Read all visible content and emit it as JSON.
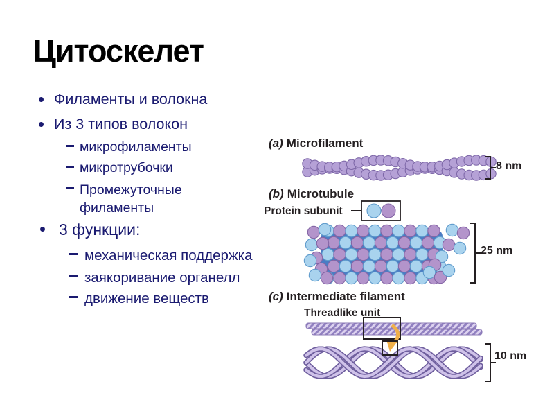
{
  "slide": {
    "title": "Цитоскелет",
    "bullets": {
      "b1": "Филаменты и волокна",
      "b2": "Из 3 типов волокон",
      "b2_1": "микрофиламенты",
      "b2_2": "микротрубочки",
      "b2_3": "Промежуточные филаменты",
      "b3": "3 функции:",
      "b3_1": "механическая поддержка",
      "b3_2": "заякоривание органелл",
      "b3_3": "движение веществ"
    }
  },
  "figure": {
    "a": {
      "prefix": "(a)",
      "title": "Microfilament",
      "measure": "8 nm"
    },
    "b": {
      "prefix": "(b)",
      "title": "Microtubule",
      "callout": "Protein subunit",
      "measure": "25 nm"
    },
    "c": {
      "prefix": "(c)",
      "title": "Intermediate filament",
      "callout": "Threadlike unit",
      "measure": "10 nm"
    }
  },
  "colors": {
    "text_navy": "#1a1a70",
    "label_ink": "#241f21",
    "bead_purple": "#b5a1d6",
    "bead_blue": "#a9d3ee",
    "bead_mauve": "#b394cb",
    "tubule_core": "#4a7cc4",
    "strand_purple": "#cfc2e9",
    "arrow_orange": "#f0b04a"
  }
}
